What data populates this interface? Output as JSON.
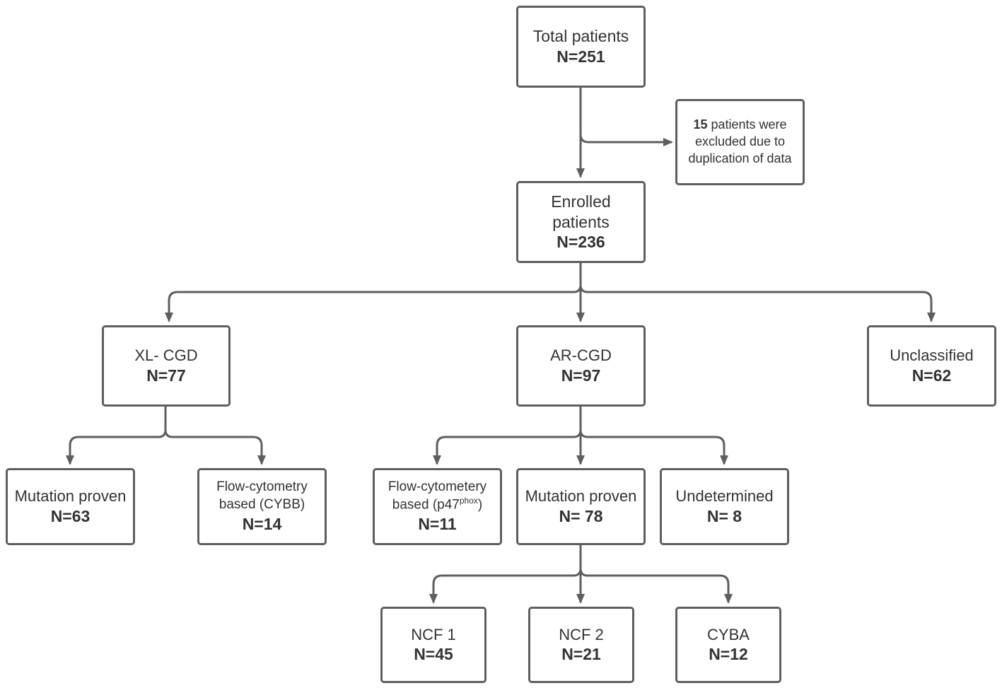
{
  "diagram": {
    "nodes": {
      "total": {
        "label": "Total patients",
        "count": "N=251"
      },
      "excluded": {
        "count": "15",
        "text": " patients were excluded due to duplication of data"
      },
      "enrolled": {
        "label_line1": "Enrolled",
        "label_line2": "patients",
        "count": "N=236"
      },
      "xl_cgd": {
        "label": "XL- CGD",
        "count": "N=77"
      },
      "ar_cgd": {
        "label": "AR-CGD",
        "count": "N=97"
      },
      "unclassified": {
        "label": "Unclassified",
        "count": "N=62"
      },
      "xl_mutation": {
        "label": "Mutation proven",
        "count": "N=63"
      },
      "xl_flow": {
        "label_line1": "Flow-cytometry",
        "label_line2": "based (CYBB)",
        "count": "N=14"
      },
      "ar_flow": {
        "label_line1": "Flow-cytometery",
        "label_line2_prefix": "based (p47",
        "label_sup": "phox",
        "label_line2_suffix": ")",
        "count": "N=11"
      },
      "ar_mutation": {
        "label": "Mutation proven",
        "count": "N= 78"
      },
      "ar_undetermined": {
        "label": "Undetermined",
        "count": "N= 8"
      },
      "ncf1": {
        "label": "NCF 1",
        "count": "N=45"
      },
      "ncf2": {
        "label": "NCF 2",
        "count": "N=21"
      },
      "cyba": {
        "label": "CYBA",
        "count": "N=12"
      }
    },
    "edges": [
      [
        "total",
        "enrolled"
      ],
      [
        "total",
        "excluded"
      ],
      [
        "enrolled",
        "xl_cgd"
      ],
      [
        "enrolled",
        "ar_cgd"
      ],
      [
        "enrolled",
        "unclassified"
      ],
      [
        "xl_cgd",
        "xl_mutation"
      ],
      [
        "xl_cgd",
        "xl_flow"
      ],
      [
        "ar_cgd",
        "ar_flow"
      ],
      [
        "ar_cgd",
        "ar_mutation"
      ],
      [
        "ar_cgd",
        "ar_undetermined"
      ],
      [
        "ar_mutation",
        "ncf1"
      ],
      [
        "ar_mutation",
        "ncf2"
      ],
      [
        "ar_mutation",
        "cyba"
      ]
    ]
  },
  "colors": {
    "line": "#5e5e5e",
    "text": "#333333",
    "border": "#5e5e5e"
  }
}
